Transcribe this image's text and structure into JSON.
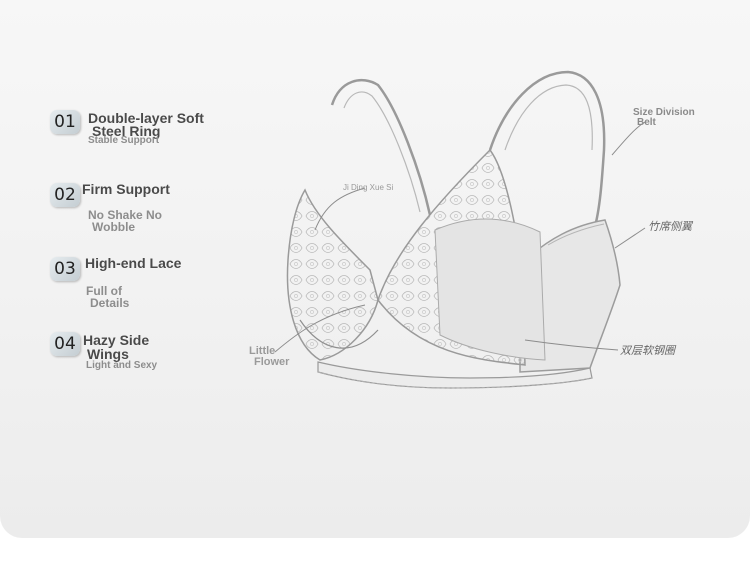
{
  "features": [
    {
      "number": "01",
      "title_line1": "Double-layer Soft",
      "title_line2": "Steel Ring",
      "subtitle_line1": "Stable Support",
      "subtitle_line2": ""
    },
    {
      "number": "02",
      "title_line1": "Firm Support",
      "title_line2": "",
      "subtitle_line1": "No Shake No",
      "subtitle_line2": "Wobble"
    },
    {
      "number": "03",
      "title_line1": "High-end Lace",
      "title_line2": "",
      "subtitle_line1": "Full of",
      "subtitle_line2": "Details"
    },
    {
      "number": "04",
      "title_line1": "Hazy Side",
      "title_line2": "Wings",
      "subtitle_line1": "Light and Sexy",
      "subtitle_line2": ""
    }
  ],
  "callouts": {
    "size_division_line1": "Size Division",
    "size_division_line2": "Belt",
    "ji_ding_xue_si": "Ji Ding Xue Si",
    "side_wing_cn": "竹席侧翼",
    "underband_cn": "双层软钢圈",
    "little": "Little",
    "flower": "Flower"
  },
  "colors": {
    "background": "#f3f3f3",
    "number_badge": "#d2d9dd",
    "title_text": "#4a4a4a",
    "subtitle_text": "#8d8d8d"
  }
}
